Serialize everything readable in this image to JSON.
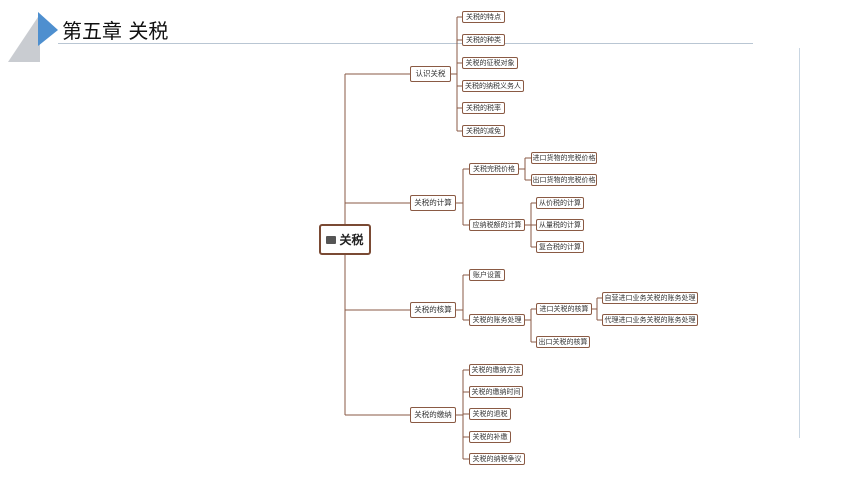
{
  "slide": {
    "chapter_title": "第五章 关税",
    "colors": {
      "accent_blue": "#4e8fcf",
      "node_border": "#8a5a44",
      "connector": "#8a5a44"
    }
  },
  "mindmap": {
    "root": {
      "label": "关税",
      "icon": "book-icon"
    },
    "branches": [
      {
        "label": "认识关税",
        "children": [
          {
            "label": "关税的特点"
          },
          {
            "label": "关税的种类"
          },
          {
            "label": "关税的征税对象"
          },
          {
            "label": "关税的纳税义务人"
          },
          {
            "label": "关税的税率"
          },
          {
            "label": "关税的减免"
          }
        ]
      },
      {
        "label": "关税的计算",
        "children": [
          {
            "label": "关税完税价格",
            "children": [
              {
                "label": "进口货物的完税价格"
              },
              {
                "label": "出口货物的完税价格"
              }
            ]
          },
          {
            "label": "应纳税额的计算",
            "children": [
              {
                "label": "从价税的计算"
              },
              {
                "label": "从量税的计算"
              },
              {
                "label": "复合税的计算"
              }
            ]
          }
        ]
      },
      {
        "label": "关税的核算",
        "children": [
          {
            "label": "账户设置"
          },
          {
            "label": "关税的账务处理",
            "children": [
              {
                "label": "进口关税的核算",
                "children": [
                  {
                    "label": "自营进口业务关税的账务处理"
                  },
                  {
                    "label": "代理进口业务关税的账务处理"
                  }
                ]
              },
              {
                "label": "出口关税的核算"
              }
            ]
          }
        ]
      },
      {
        "label": "关税的缴纳",
        "children": [
          {
            "label": "关税的缴纳方法"
          },
          {
            "label": "关税的缴纳时间"
          },
          {
            "label": "关税的退税"
          },
          {
            "label": "关税的补缴"
          },
          {
            "label": "关税的纳税争议"
          }
        ]
      }
    ]
  }
}
